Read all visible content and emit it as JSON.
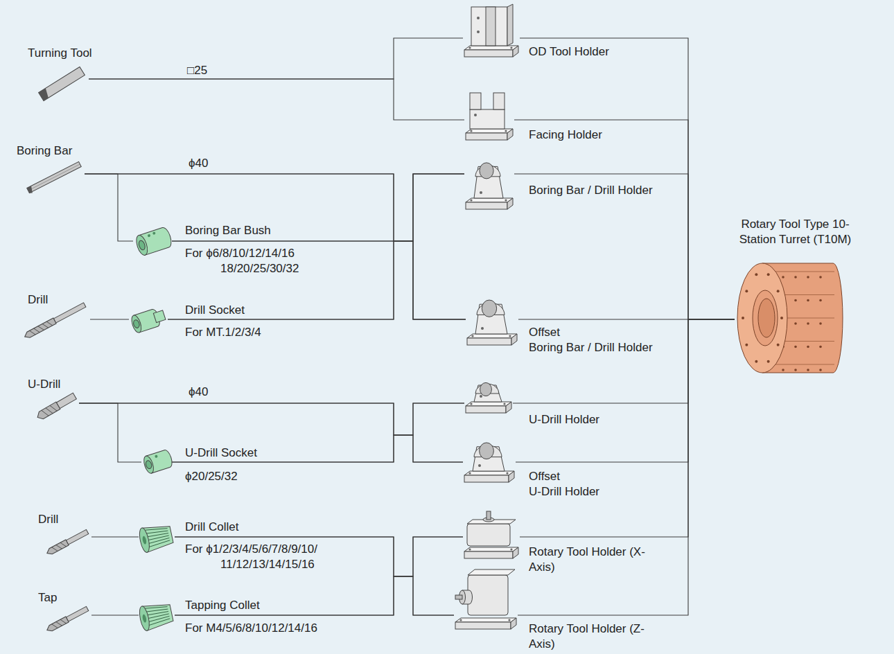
{
  "diagram": {
    "nodes": [
      {
        "text": [
          "Turning Tool"
        ]
      },
      {
        "text": [
          "Boring Bar"
        ]
      },
      {
        "text": [
          "Boring Bar Bush",
          "For ϕ6/8/10/12/14/16 18/20/25/30/32"
        ]
      },
      {
        "text": [
          "Drill"
        ]
      },
      {
        "text": [
          "Drill Socket",
          "For MT.1/2/3/4"
        ]
      },
      {
        "text": [
          "U-Drill"
        ]
      },
      {
        "text": [
          "U-Drill Socket",
          "ϕ20/25/32"
        ]
      },
      {
        "text": [
          "Drill"
        ]
      },
      {
        "text": [
          "Drill Collet",
          "For ϕ1/2/3/4/5/6/7/8/9/10/ 11/12/13/14/15/16"
        ]
      },
      {
        "text": [
          "Tap"
        ]
      },
      {
        "text": [
          "Tapping Collet",
          "For M4/5/6/8/10/12/14/16"
        ]
      },
      {
        "text": [
          "OD Tool Holder"
        ]
      },
      {
        "text": [
          "Facing Holder"
        ]
      },
      {
        "text": [
          "Boring Bar / Drill Holder"
        ]
      },
      {
        "text": [
          "Offset Boring Bar / Drill Holder"
        ]
      },
      {
        "text": [
          "U-Drill Holder"
        ]
      },
      {
        "text": [
          "Offset U-Drill Holder"
        ]
      },
      {
        "text": [
          "Rotary Tool Holder (X-Axis)"
        ]
      },
      {
        "text": [
          "Rotary Tool Holder (Z-Axis)"
        ]
      },
      {
        "text": [
          "Rotary Tool Type 10-Station Turret (T10M)"
        ]
      }
    ],
    "edges": [
      {
        "from": 0,
        "to": 11,
        "arrow": "none",
        "label": "□25"
      },
      {
        "from": 0,
        "to": 12,
        "arrow": "none"
      },
      {
        "from": 1,
        "to": 13,
        "arrow": "none",
        "label": "ϕ40"
      },
      {
        "from": 1,
        "to": 14,
        "arrow": "none"
      },
      {
        "from": 1,
        "to": 2,
        "arrow": "none"
      },
      {
        "from": 2,
        "to": 13,
        "arrow": "none"
      },
      {
        "from": 2,
        "to": 14,
        "arrow": "none"
      },
      {
        "from": 3,
        "to": 4,
        "arrow": "none"
      },
      {
        "from": 4,
        "to": 13,
        "arrow": "none"
      },
      {
        "from": 4,
        "to": 14,
        "arrow": "none"
      },
      {
        "from": 5,
        "to": 15,
        "arrow": "none",
        "label": "ϕ40"
      },
      {
        "from": 5,
        "to": 16,
        "arrow": "none"
      },
      {
        "from": 5,
        "to": 6,
        "arrow": "none"
      },
      {
        "from": 6,
        "to": 15,
        "arrow": "none"
      },
      {
        "from": 6,
        "to": 16,
        "arrow": "none"
      },
      {
        "from": 7,
        "to": 8,
        "arrow": "none"
      },
      {
        "from": 9,
        "to": 10,
        "arrow": "none"
      },
      {
        "from": 8,
        "to": 17,
        "arrow": "none"
      },
      {
        "from": 8,
        "to": 18,
        "arrow": "none"
      },
      {
        "from": 10,
        "to": 17,
        "arrow": "none"
      },
      {
        "from": 10,
        "to": 18,
        "arrow": "none"
      },
      {
        "from": 11,
        "to": 19,
        "arrow": "none"
      },
      {
        "from": 12,
        "to": 19,
        "arrow": "none"
      },
      {
        "from": 13,
        "to": 19,
        "arrow": "none"
      },
      {
        "from": 14,
        "to": 19,
        "arrow": "none"
      },
      {
        "from": 15,
        "to": 19,
        "arrow": "none"
      },
      {
        "from": 16,
        "to": 19,
        "arrow": "none"
      },
      {
        "from": 17,
        "to": 19,
        "arrow": "none"
      },
      {
        "from": 18,
        "to": 19,
        "arrow": "none"
      }
    ]
  }
}
